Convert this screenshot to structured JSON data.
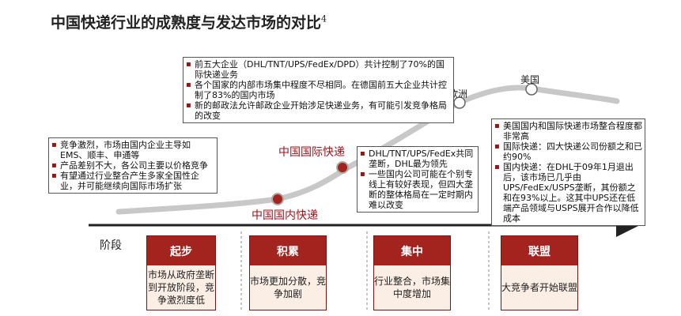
{
  "title": "中国快递行业的成熟度与发达市场的对比",
  "title_sup": "4",
  "colors": {
    "accent": "#a3231f",
    "curve": "#c8c8c8",
    "stage_bg": "#fbeee5"
  },
  "points": {
    "china_domestic": "中国国内快递",
    "china_international": "中国国际快递",
    "europe": "欧洲",
    "usa": "美国"
  },
  "boxes": {
    "domestic": [
      "竞争激烈，市场由国内企业主导如EMS、顺丰、申通等",
      "产品差别不大，各公司主要以价格竞争",
      "有望通过行业整合产生多家全国性企业，并可能继续向国际市场扩张"
    ],
    "international": [
      "DHL/TNT/UPS/FedEx共同垄断，DHL最为领先",
      "一些国内公司可能在个别专线上有较好表现，但四大垄断的整体格局在一定时期内难以改变"
    ],
    "europe": [
      "前五大企业（DHL/TNT/UPS/FedEx/DPD）共计控制了70%的国际快递业务",
      "各个国家的内部市场集中程度不尽相同。在德国前五大企业共计控制了83%的国内市场",
      "新的邮政法允许邮政企业开始涉足快递业务，有可能引发竞争格局的改变"
    ],
    "usa": [
      "美国国内和国际快递市场整合程度都非常高",
      "国际快递：四大快递公司份额之和已约90%",
      "国内快递：在DHL于09年1月退出后，该市场已几乎由UPS/FedEx/USPS垄断，其份额之和在93%以上。这其中UPS还在低端产品领域与USPS展开合作以降低成本"
    ]
  },
  "stage_label": "阶段",
  "stages": [
    {
      "name": "起步",
      "desc": "市场从政府垄断到开放阶段，竞争激烈度低"
    },
    {
      "name": "积累",
      "desc": "市场更加分散，竞争加剧"
    },
    {
      "name": "集中",
      "desc": "行业整合，市场集中度增加"
    },
    {
      "name": "联盟",
      "desc": "大竞争者开始联盟"
    }
  ]
}
